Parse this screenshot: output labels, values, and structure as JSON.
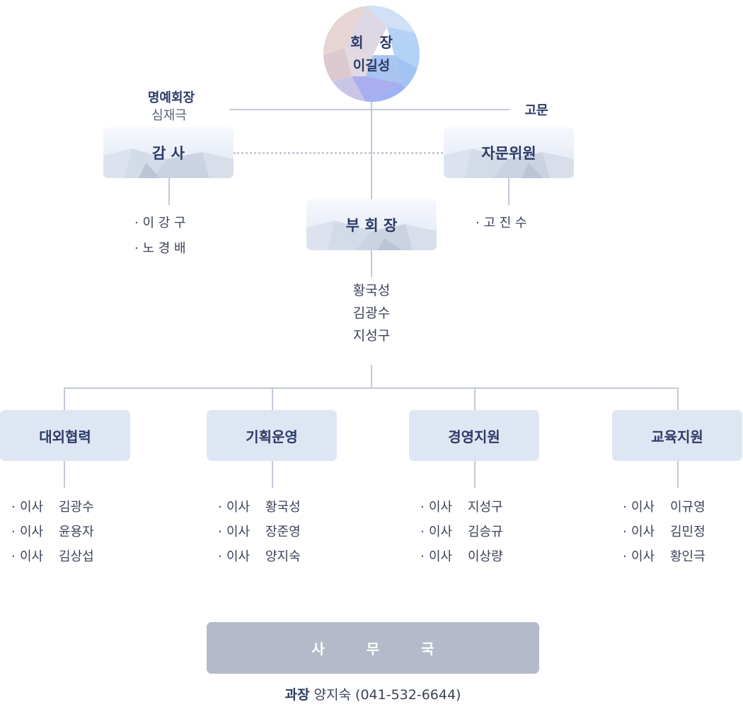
{
  "chairman": {
    "title": "회 장",
    "name": "이길성"
  },
  "honorary": {
    "title": "명예회장",
    "name": "심재극"
  },
  "advisor": {
    "title": "고문"
  },
  "audit": {
    "label": "감 사",
    "members": [
      "· 이 강 구",
      "· 노 경 배"
    ]
  },
  "advisory_committee": {
    "label": "자문위원",
    "members": [
      "· 고 진 수"
    ]
  },
  "vice_chair": {
    "label": "부 회 장",
    "members": [
      "황국성",
      "김광수",
      "지성구"
    ]
  },
  "departments": [
    {
      "name": "대외협력",
      "members": [
        {
          "role": "이사",
          "name": "김광수"
        },
        {
          "role": "이사",
          "name": "윤용자"
        },
        {
          "role": "이사",
          "name": "김상섭"
        }
      ]
    },
    {
      "name": "기획운영",
      "members": [
        {
          "role": "이사",
          "name": "황국성"
        },
        {
          "role": "이사",
          "name": "장준영"
        },
        {
          "role": "이사",
          "name": "양지숙"
        }
      ]
    },
    {
      "name": "경영지원",
      "members": [
        {
          "role": "이사",
          "name": "지성구"
        },
        {
          "role": "이사",
          "name": "김승규"
        },
        {
          "role": "이사",
          "name": "이상량"
        }
      ]
    },
    {
      "name": "교육지원",
      "members": [
        {
          "role": "이사",
          "name": "이규영"
        },
        {
          "role": "이사",
          "name": "김민정"
        },
        {
          "role": "이사",
          "name": "황인극"
        }
      ]
    }
  ],
  "secretariat": {
    "label": "사 무 국",
    "manager_title": "과장",
    "manager_name": "양지숙",
    "phone": "(041-532-6644)"
  },
  "colors": {
    "accent": "#2b3a66",
    "line": "#c3c9d6",
    "secretariat": "#b4bac9",
    "dept_box": "#dfe6f3"
  }
}
